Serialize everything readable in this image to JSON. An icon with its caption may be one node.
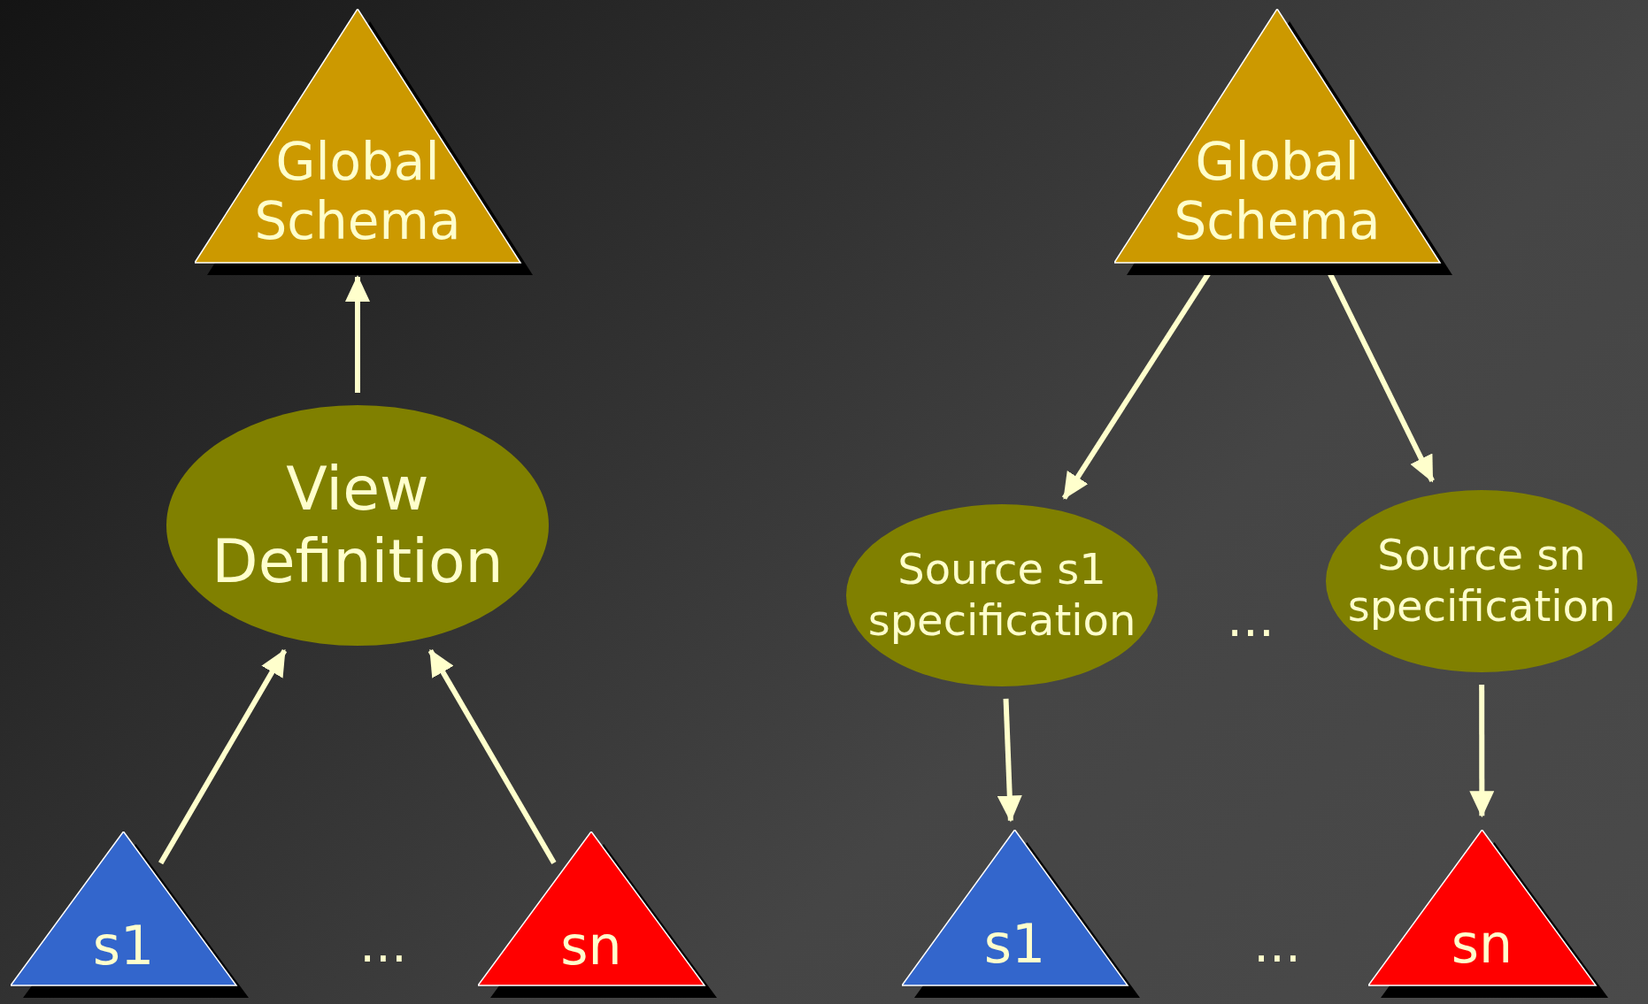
{
  "diagram": {
    "nodes": [
      {
        "text": [
          "Global Schema"
        ]
      },
      {
        "text": [
          "View Definition"
        ]
      },
      {
        "text": [
          "s1"
        ]
      },
      {
        "text": [
          "sn"
        ]
      },
      {
        "text": [
          "Global Schema"
        ]
      },
      {
        "text": [
          "Source s1 specification"
        ]
      },
      {
        "text": [
          "Source sn specification"
        ]
      },
      {
        "text": [
          "s1"
        ]
      },
      {
        "text": [
          "sn"
        ]
      }
    ],
    "edges": [
      {
        "from": 1,
        "to": 0,
        "arrow": "to"
      },
      {
        "from": 2,
        "to": 1,
        "arrow": "to"
      },
      {
        "from": 3,
        "to": 1,
        "arrow": "to"
      },
      {
        "from": 4,
        "to": 5,
        "arrow": "to"
      },
      {
        "from": 4,
        "to": 6,
        "arrow": "to"
      },
      {
        "from": 5,
        "to": 7,
        "arrow": "to"
      },
      {
        "from": 6,
        "to": 8,
        "arrow": "to"
      }
    ],
    "labels": [
      "...",
      "...",
      "..."
    ]
  }
}
